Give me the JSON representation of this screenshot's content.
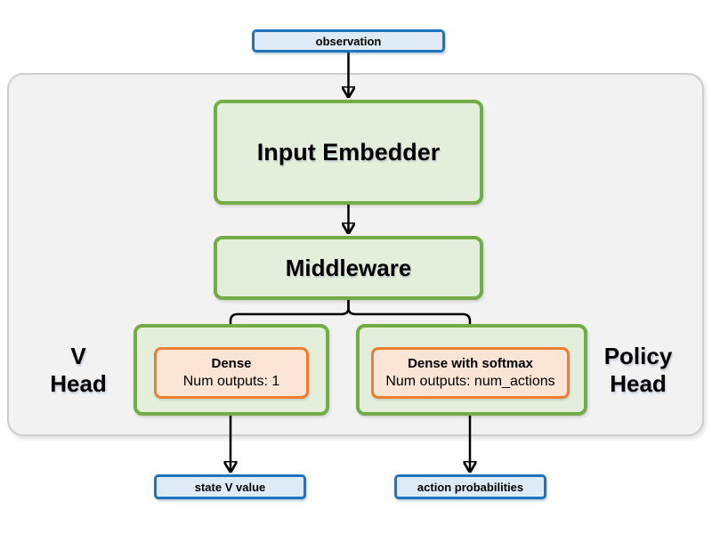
{
  "diagram": {
    "title_semantic": "actor-critic network architecture",
    "nodes": {
      "observation": {
        "label": "observation"
      },
      "input_embedder": {
        "label": "Input Embedder"
      },
      "middleware": {
        "label": "Middleware"
      },
      "v_head": {
        "label_line1": "V",
        "label_line2": "Head",
        "layer": {
          "title": "Dense",
          "subtitle": "Num outputs: 1"
        }
      },
      "policy_head": {
        "label_line1": "Policy",
        "label_line2": "Head",
        "layer": {
          "title": "Dense with softmax",
          "subtitle": "Num outputs: num_actions"
        }
      },
      "state_v_value": {
        "label": "state V value"
      },
      "action_probabilities": {
        "label": "action probabilities"
      }
    },
    "colors": {
      "io_border": "#1f74c0",
      "io_fill": "#dfeaf7",
      "block_border": "#70ad47",
      "block_fill": "#e4efdb",
      "layer_border": "#ed7d31",
      "layer_fill": "#fce5d5",
      "panel_fill": "#f2f2f2",
      "panel_border": "#cdcdcd",
      "arrow": "#000000"
    }
  }
}
